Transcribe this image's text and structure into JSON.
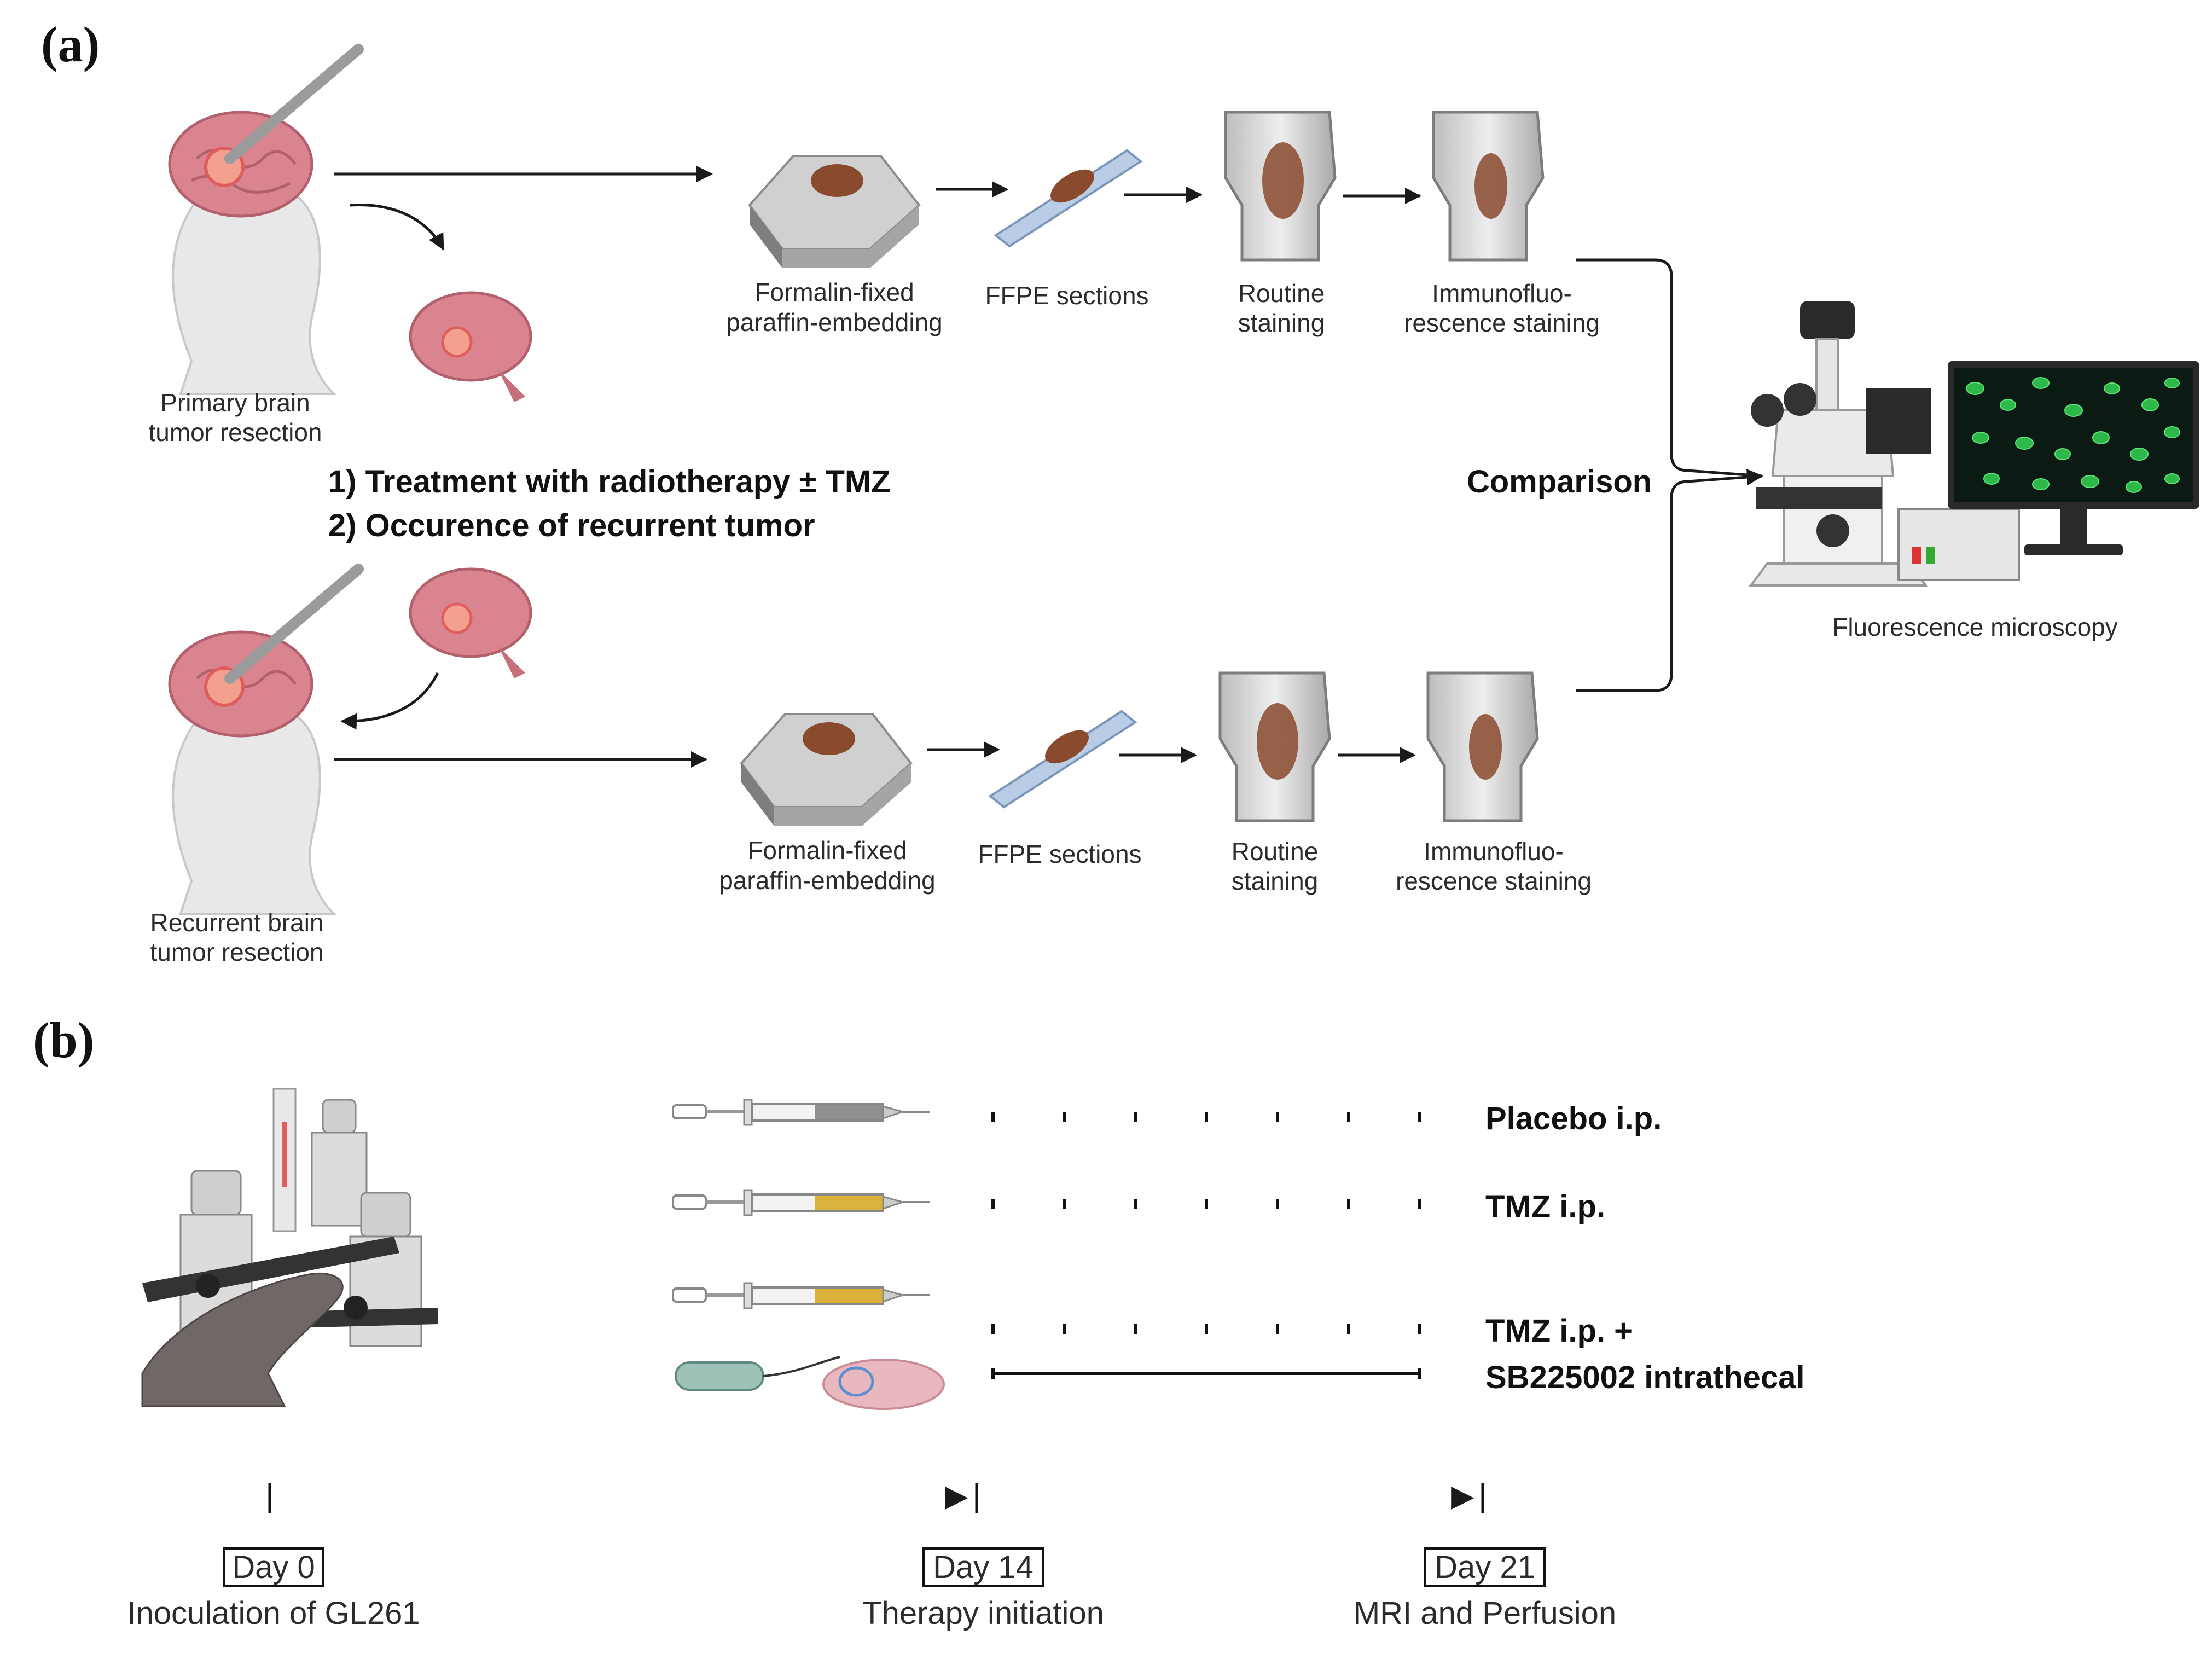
{
  "panel_a": {
    "label": "(a)",
    "primary_resection": [
      "Primary brain",
      "tumor resection"
    ],
    "recurrent_resection": [
      "Recurrent brain",
      "tumor resection"
    ],
    "steps": {
      "ffpe_embed": [
        "Formalin-fixed",
        "paraffin-embedding"
      ],
      "ffpe_sections": "FFPE sections",
      "routine": [
        "Routine",
        "staining"
      ],
      "if": [
        "Immunofluo-",
        "rescence staining"
      ]
    },
    "treatment_1": "1) Treatment with radiotherapy ± TMZ",
    "treatment_2": "2) Occurence of recurrent tumor",
    "comparison": "Comparison",
    "microscopy": "Fluorescence microscopy"
  },
  "panel_b": {
    "label": "(b)",
    "groups": {
      "placebo": "Placebo i.p.",
      "tmz": "TMZ i.p.",
      "combo_1": "TMZ i.p. +",
      "combo_2": "SB225002 intrathecal"
    },
    "timeline": [
      {
        "day": "Day 0",
        "event": "Inoculation of GL261"
      },
      {
        "day": "Day 14",
        "event": "Therapy initiation"
      },
      {
        "day": "Day 21",
        "event": "MRI and Perfusion"
      }
    ]
  },
  "colors": {
    "brain": "#d9848f",
    "tumor": "#f3a08f",
    "tissue": "#8a4a2e",
    "slide": "#b9cde6",
    "syringe_fill_tmz": "#d9b13b",
    "syringe_fill_placebo": "#8f8f8f",
    "mouse": "#6f6866",
    "screen_bg": "#0b1a12",
    "cell": "#2fb84a"
  }
}
